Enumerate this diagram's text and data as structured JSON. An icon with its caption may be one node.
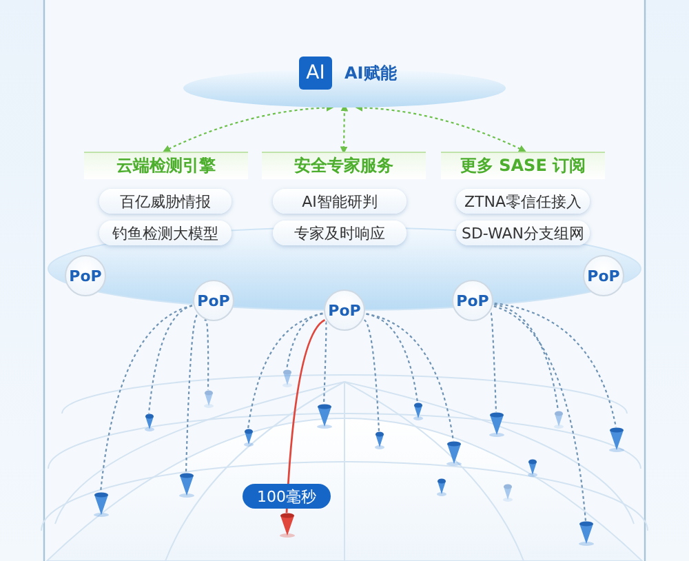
{
  "diagram": {
    "nodes": [
      {
        "text": [
          "AI",
          "AI赋能"
        ]
      },
      {
        "text": [
          "云端检测引擎"
        ]
      },
      {
        "text": [
          "安全专家服务"
        ]
      },
      {
        "text": [
          "更多 SASE 订阅"
        ]
      },
      {
        "text": [
          "百亿威胁情报"
        ]
      },
      {
        "text": [
          "AI智能研判"
        ]
      },
      {
        "text": [
          "ZTNA零信任接入"
        ]
      },
      {
        "text": [
          "钓鱼检测大模型"
        ]
      },
      {
        "text": [
          "专家及时响应"
        ]
      },
      {
        "text": [
          "SD-WAN分支组网"
        ]
      },
      {
        "text": [
          "PoP"
        ]
      },
      {
        "text": [
          "PoP"
        ]
      },
      {
        "text": [
          "PoP"
        ]
      },
      {
        "text": [
          "PoP"
        ]
      },
      {
        "text": [
          "PoP"
        ]
      },
      {
        "text": [],
        "shape": "pin"
      },
      {
        "text": [],
        "shape": "pin"
      },
      {
        "text": [],
        "shape": "pin"
      },
      {
        "text": [],
        "shape": "pin"
      },
      {
        "text": [],
        "shape": "pin"
      },
      {
        "text": [],
        "shape": "pin"
      },
      {
        "text": [],
        "shape": "pin"
      },
      {
        "text": [],
        "shape": "pin"
      },
      {
        "text": [],
        "shape": "pin"
      },
      {
        "text": [],
        "shape": "pin"
      },
      {
        "text": [],
        "shape": "pin"
      },
      {
        "text": [],
        "shape": "pin"
      },
      {
        "text": [],
        "shape": "pin"
      },
      {
        "text": [],
        "shape": "pin"
      },
      {
        "text": [],
        "shape": "pin"
      },
      {
        "text": [],
        "shape": "pin"
      },
      {
        "text": [],
        "shape": "pin"
      },
      {
        "text": [],
        "shape": "pin"
      }
    ],
    "edges": [
      {
        "from": 0,
        "to": 1,
        "arrow": "both",
        "style": "dashed",
        "color": "#6cc04a"
      },
      {
        "from": 0,
        "to": 2,
        "arrow": "both",
        "style": "dashed",
        "color": "#6cc04a"
      },
      {
        "from": 0,
        "to": 3,
        "arrow": "both",
        "style": "dashed",
        "color": "#6cc04a"
      },
      {
        "from": 11,
        "to": 15,
        "arrow": "none",
        "style": "dashed"
      },
      {
        "from": 11,
        "to": 16,
        "arrow": "none",
        "style": "dashed"
      },
      {
        "from": 11,
        "to": 17,
        "arrow": "none",
        "style": "dashed"
      },
      {
        "from": 11,
        "to": 18,
        "arrow": "none",
        "style": "dashed"
      },
      {
        "from": 12,
        "to": 19,
        "arrow": "none",
        "style": "dashed"
      },
      {
        "from": 12,
        "to": 20,
        "arrow": "none",
        "style": "dashed"
      },
      {
        "from": 12,
        "to": 21,
        "arrow": "none",
        "label": "100毫秒",
        "color": "#e0463c"
      },
      {
        "from": 12,
        "to": 22,
        "arrow": "none",
        "style": "dashed"
      },
      {
        "from": 12,
        "to": 23,
        "arrow": "none",
        "style": "dashed"
      },
      {
        "from": 12,
        "to": 24,
        "arrow": "none",
        "style": "dashed"
      },
      {
        "from": 12,
        "to": 26,
        "arrow": "none",
        "style": "dashed"
      },
      {
        "from": 13,
        "to": 27,
        "arrow": "none",
        "style": "dashed"
      },
      {
        "from": 13,
        "to": 30,
        "arrow": "none",
        "style": "dashed"
      },
      {
        "from": 13,
        "to": 31,
        "arrow": "none",
        "style": "dashed"
      },
      {
        "from": 13,
        "to": 32,
        "arrow": "none",
        "style": "dashed"
      }
    ]
  }
}
